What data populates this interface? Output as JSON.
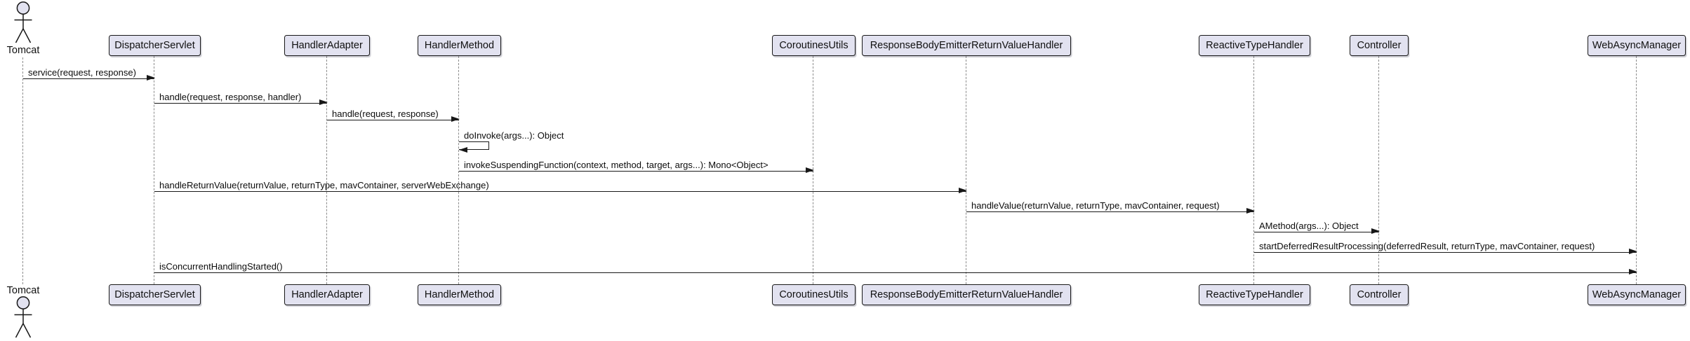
{
  "diagram": {
    "type": "uml-sequence",
    "background_color": "#FFFFFF",
    "colors": {
      "participant_fill": "#E2E2F0",
      "participant_border": "#181818",
      "lifeline": "#8C8C8C",
      "message_line": "#181818",
      "text": "#0C0C0C"
    },
    "participants": [
      {
        "name": "Tomcat",
        "kind": "actor"
      },
      {
        "name": "DispatcherServlet",
        "kind": "participant"
      },
      {
        "name": "HandlerAdapter",
        "kind": "participant"
      },
      {
        "name": "HandlerMethod",
        "kind": "participant"
      },
      {
        "name": "CoroutinesUtils",
        "kind": "participant"
      },
      {
        "name": "ResponseBodyEmitterReturnValueHandler",
        "kind": "participant"
      },
      {
        "name": "ReactiveTypeHandler",
        "kind": "participant"
      },
      {
        "name": "Controller",
        "kind": "participant"
      },
      {
        "name": "WebAsyncManager",
        "kind": "participant"
      }
    ],
    "messages": [
      {
        "label": "service(request, response)",
        "from": "Tomcat",
        "to": "DispatcherServlet",
        "kind": "sync-arrow"
      },
      {
        "label": "handle(request, response, handler)",
        "from": "DispatcherServlet",
        "to": "HandlerAdapter",
        "kind": "sync-arrow"
      },
      {
        "label": "handle(request, response)",
        "from": "HandlerAdapter",
        "to": "HandlerMethod",
        "kind": "sync-arrow"
      },
      {
        "label": "doInvoke(args...): Object",
        "from": "HandlerMethod",
        "to": "HandlerMethod",
        "kind": "self-arrow"
      },
      {
        "label": "invokeSuspendingFunction(context, method, target, args...): Mono<Object>",
        "from": "HandlerMethod",
        "to": "CoroutinesUtils",
        "kind": "sync-arrow"
      },
      {
        "label": "handleReturnValue(returnValue, returnType, mavContainer, serverWebExchange)",
        "from": "DispatcherServlet",
        "to": "ResponseBodyEmitterReturnValueHandler",
        "kind": "sync-arrow"
      },
      {
        "label": "handleValue(returnValue, returnType, mavContainer, request)",
        "from": "ResponseBodyEmitterReturnValueHandler",
        "to": "ReactiveTypeHandler",
        "kind": "sync-arrow"
      },
      {
        "label": "AMethod(args...): Object",
        "from": "ReactiveTypeHandler",
        "to": "Controller",
        "kind": "sync-arrow"
      },
      {
        "label": "startDeferredResultProcessing(deferredResult, returnType, mavContainer, request)",
        "from": "ReactiveTypeHandler",
        "to": "WebAsyncManager",
        "kind": "sync-arrow"
      },
      {
        "label": "isConcurrentHandlingStarted()",
        "from": "DispatcherServlet",
        "to": "WebAsyncManager",
        "kind": "sync-arrow"
      }
    ]
  }
}
